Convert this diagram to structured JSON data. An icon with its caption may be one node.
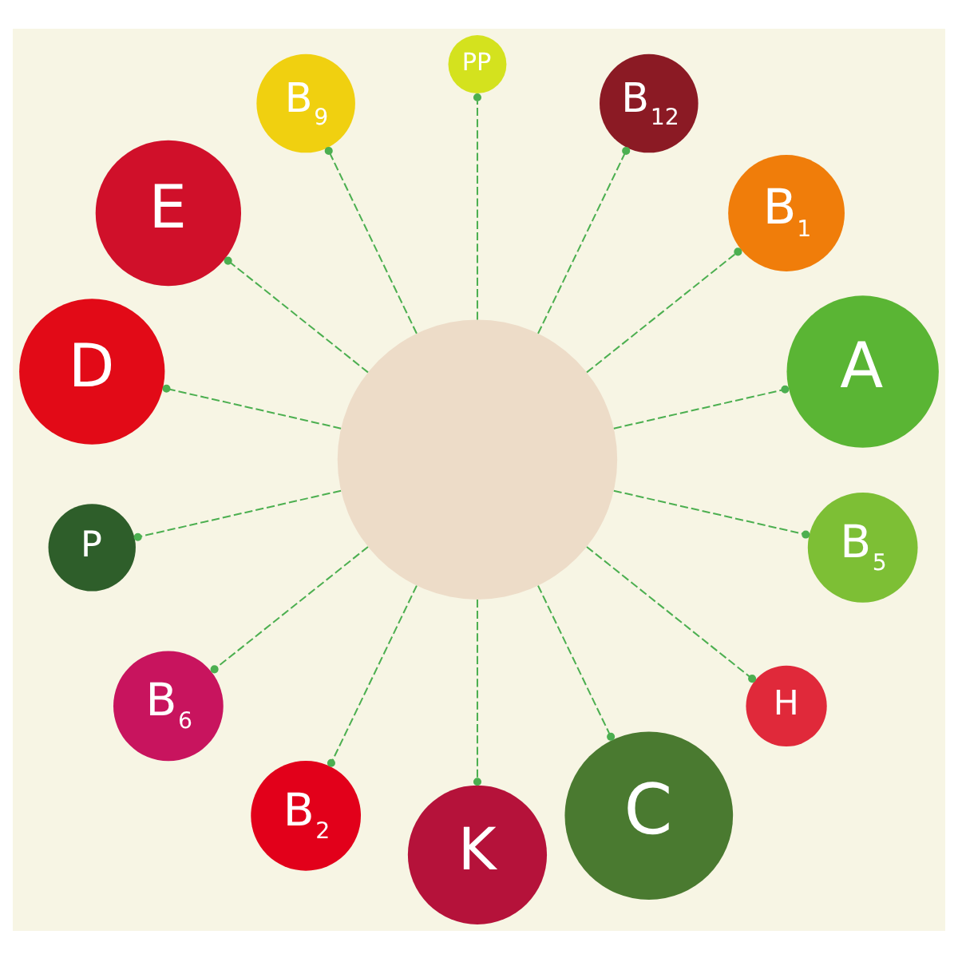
{
  "diagram": {
    "nodes": [
      {
        "text": [
          "A"
        ]
      },
      {
        "text": [
          "B$_{1}$"
        ]
      },
      {
        "text": [
          "B$_{12}$"
        ]
      },
      {
        "text": [
          "PP"
        ]
      },
      {
        "text": [
          "B$_{9}$"
        ]
      },
      {
        "text": [
          "E"
        ]
      },
      {
        "text": [
          "D"
        ]
      },
      {
        "text": [],
        "shape": "circle"
      },
      {
        "text": [
          "P"
        ]
      },
      {
        "text": [
          "B$_{6}$"
        ]
      },
      {
        "text": [
          "B$_{2}$"
        ]
      },
      {
        "text": [
          "K"
        ]
      },
      {
        "text": [
          "C"
        ]
      },
      {
        "text": [
          "H"
        ]
      },
      {
        "text": [
          "B$_{5}$"
        ]
      }
    ],
    "edges": [
      {
        "from": 7,
        "to": 0,
        "arrow": "other",
        "style": "dashed"
      },
      {
        "from": 7,
        "to": 2,
        "arrow": "other",
        "style": "dashed"
      },
      {
        "from": 7,
        "to": 1,
        "arrow": "other",
        "style": "dashed"
      },
      {
        "from": 7,
        "to": 3,
        "arrow": "other",
        "style": "dashed"
      },
      {
        "from": 7,
        "to": 5,
        "arrow": "other",
        "style": "dashed"
      },
      {
        "from": 7,
        "to": 8,
        "arrow": "other",
        "style": "dashed"
      },
      {
        "from": 7,
        "to": 10,
        "arrow": "other",
        "style": "dashed"
      },
      {
        "from": 7,
        "to": 11,
        "arrow": "other",
        "style": "dashed"
      },
      {
        "from": 7,
        "to": 14,
        "arrow": "other",
        "style": "dashed"
      },
      {
        "from": 7,
        "to": 13,
        "arrow": "other",
        "style": "dashed"
      },
      {
        "from": 7,
        "to": 12,
        "arrow": "other",
        "style": "dashed"
      },
      {
        "from": 7,
        "to": 9,
        "arrow": "other",
        "style": "dashed"
      },
      {
        "from": 7,
        "to": 6,
        "arrow": "other",
        "style": "dashed"
      },
      {
        "from": 7,
        "to": 4,
        "arrow": "other",
        "style": "dashed"
      }
    ]
  }
}
